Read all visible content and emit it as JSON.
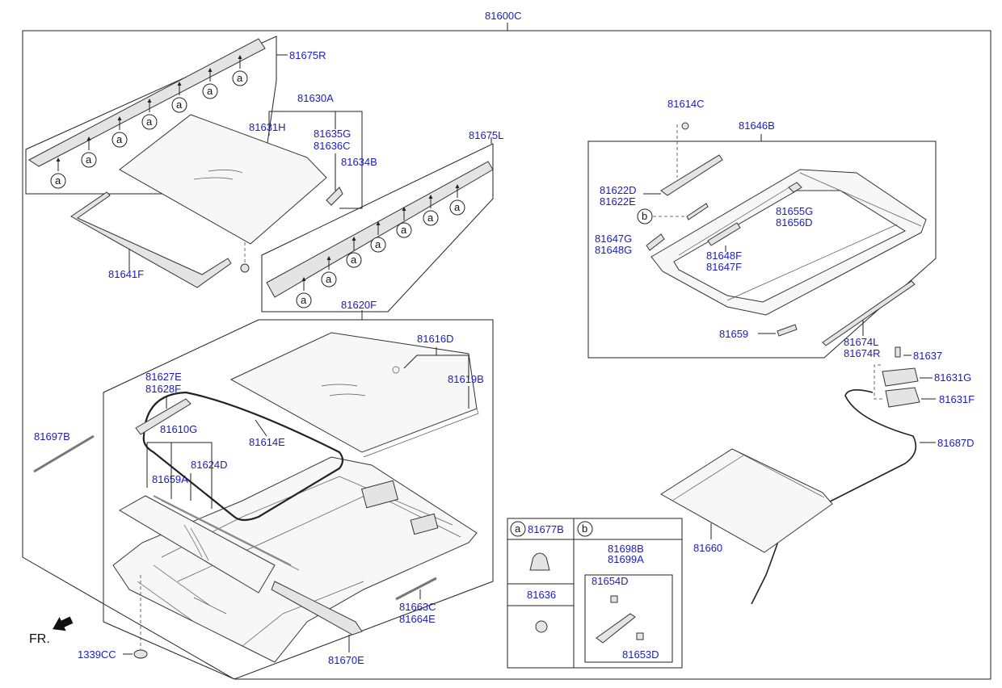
{
  "diagram": {
    "part_numbers": {
      "assembly": "81600C",
      "deflector_r": "81675R",
      "glass_assy": "81630A",
      "glass": "81631H",
      "bracket_g": "81635G",
      "bracket_c": "81636C",
      "weatherstrip_b": "81634B",
      "deflector_l": "81675L",
      "seal_f": "81641F",
      "roof_panel": "81620F",
      "fixed_glass": "81616D",
      "fixed_glass_seal": "81619B",
      "garnish_e": "81627E",
      "garnish_f": "81628F",
      "panel_g": "81610G",
      "weatherstrip_e": "81614E",
      "seal_d": "81624D",
      "moulding_a": "81659A",
      "strip_b": "81697B",
      "frame_c": "81663C",
      "frame_e": "81664E",
      "rail_e": "81670E",
      "plug": "1339CC",
      "clip_c": "81614C",
      "frame_assy": "81646B",
      "bracket_d": "81622D",
      "bracket_e": "81622E",
      "guide_g": "81647G",
      "guide_g2": "81648G",
      "link_g": "81655G",
      "link_d": "81656D",
      "cover_f": "81648F",
      "cover_f2": "81647F",
      "stopper": "81659",
      "drain_l": "81674L",
      "drain_r": "81674R",
      "screw": "81637",
      "motor_g": "81631G",
      "motor_f": "81631F",
      "cable": "81687D",
      "roller_blind": "81660",
      "clip_a": "81677B",
      "clip_b1": "81698B",
      "clip_b2": "81699A",
      "nut": "81654D",
      "bolt": "81653D",
      "grommet": "81636"
    },
    "callout_a": "a",
    "callout_b": "b",
    "front_label": "FR."
  }
}
